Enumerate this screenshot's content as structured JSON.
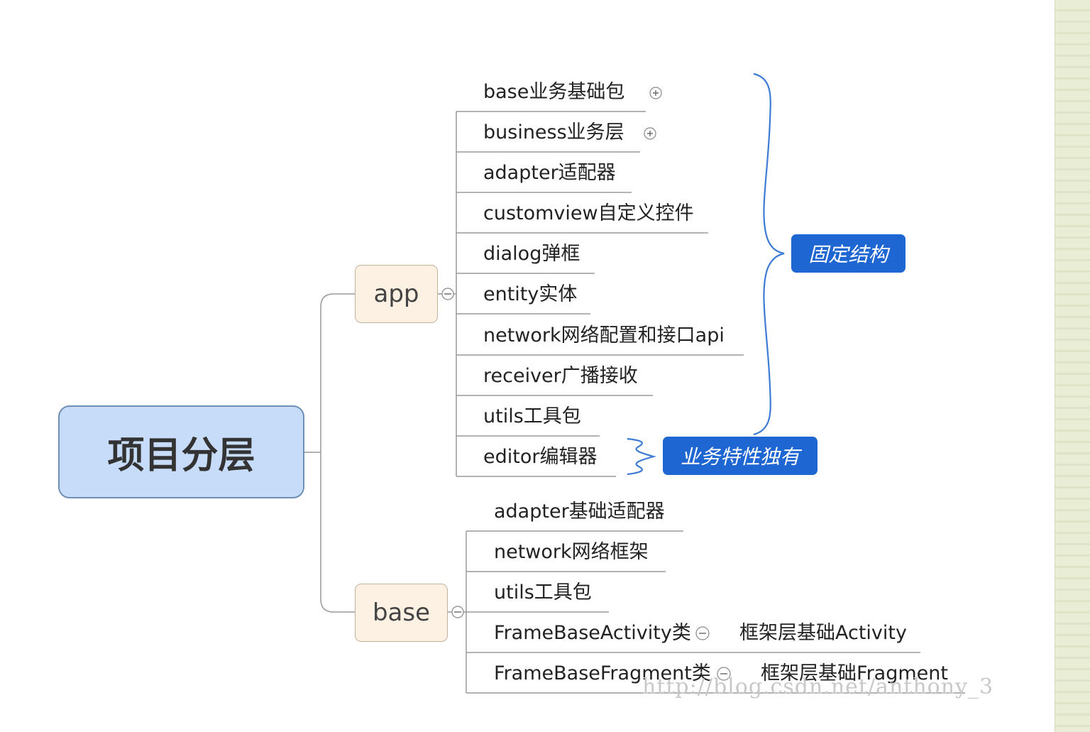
{
  "root": {
    "label": "项目分层"
  },
  "app": {
    "label": "app",
    "children": [
      {
        "label": "base业务基础包",
        "marker": "plus-icon"
      },
      {
        "label": "business业务层",
        "marker": "plus-icon"
      },
      {
        "label": "adapter适配器"
      },
      {
        "label": "customview自定义控件"
      },
      {
        "label": "dialog弹框"
      },
      {
        "label": "entity实体"
      },
      {
        "label": "network网络配置和接口api"
      },
      {
        "label": "receiver广播接收"
      },
      {
        "label": "utils工具包"
      },
      {
        "label": "editor编辑器"
      }
    ]
  },
  "base": {
    "label": "base",
    "children": [
      {
        "label": "adapter基础适配器"
      },
      {
        "label": "network网络框架"
      },
      {
        "label": "utils工具包"
      },
      {
        "label": "FrameBaseActivity类",
        "marker": "minus-icon",
        "child": "框架层基础Activity"
      },
      {
        "label": "FrameBaseFragment类",
        "marker": "minus-icon",
        "child": "框架层基础Fragment"
      }
    ]
  },
  "annotations": {
    "fixed_structure": "固定结构",
    "business_unique": "业务特性独有"
  },
  "watermark": "http://blog.csdn.net/anthony_3",
  "colors": {
    "root_fill": "#c7dcf9",
    "branch_fill": "#fdf1e3",
    "tag_fill": "#1e66d2",
    "brace": "#3d7bd6"
  }
}
